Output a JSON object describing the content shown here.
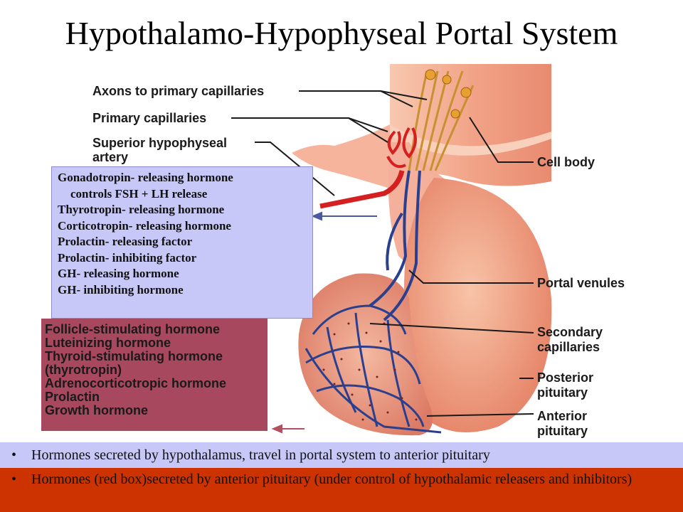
{
  "title": "Hypothalamo-Hypophyseal Portal System",
  "labels": {
    "axons": "Axons to primary capillaries",
    "primary": "Primary capillaries",
    "superior_1": "Superior hypophyseal",
    "superior_2": "artery",
    "cell_body": "Cell body",
    "portal_venules": "Portal venules",
    "secondary_1": "Secondary",
    "secondary_2": "capillaries",
    "posterior_1": "Posterior",
    "posterior_2": "pituitary",
    "anterior_1": "Anterior",
    "anterior_2": "pituitary"
  },
  "hypothalamic_hormones": [
    "Gonadotropin- releasing hormone",
    "controls FSH + LH release",
    "Thyrotropin- releasing hormone",
    "Corticotropin- releasing hormone",
    "Prolactin- releasing factor",
    "Prolactin- inhibiting factor",
    "GH- releasing hormone",
    "GH- inhibiting hormone"
  ],
  "pituitary_hormones": [
    "Follicle-stimulating hormone",
    "Luteinizing hormone",
    "Thyroid-stimulating hormone",
    "(thyrotropin)",
    "Adrenocorticotropic hormone",
    "Prolactin",
    "Growth hormone"
  ],
  "bullets": [
    "Hormones secreted by hypothalamus, travel in portal system to anterior pituitary",
    "Hormones (red box)secreted by anterior pituitary (under control of hypothalamic releasers and inhibitors)"
  ],
  "bullet_glyph": "•",
  "colors": {
    "blue_box": "#c8c8f8",
    "red_box": "#a8485e",
    "bullet2_bg": "#cc3300",
    "artery": "#d42020",
    "vein": "#2b3f8f",
    "tissue": "#f0a088"
  }
}
